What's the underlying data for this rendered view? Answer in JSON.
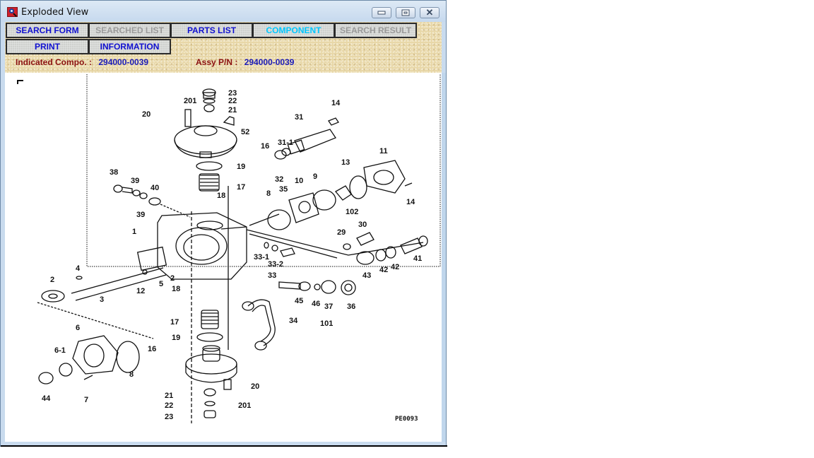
{
  "window": {
    "title": "Exploded View",
    "controls": {
      "minimize": "minimize-icon",
      "maximize": "maximize-icon",
      "close": "close-icon"
    }
  },
  "toolbar": {
    "buttons": [
      {
        "label": "SEARCH FORM",
        "state": "enabled"
      },
      {
        "label": "SEARCHED LIST",
        "state": "disabled"
      },
      {
        "label": "PARTS LIST",
        "state": "enabled"
      },
      {
        "label": "COMPONENT",
        "state": "active"
      },
      {
        "label": "SEARCH RESULT",
        "state": "disabled"
      },
      {
        "label": "PRINT",
        "state": "enabled"
      },
      {
        "label": "INFORMATION",
        "state": "enabled"
      }
    ]
  },
  "info": {
    "indicated_label": "Indicated Compo. :",
    "indicated_value": "294000-0039",
    "assy_label": "Assy P/N :",
    "assy_value": "294000-0039"
  },
  "diagram": {
    "drawing_code": "PE0093",
    "part_labels": [
      "23",
      "22",
      "201",
      "21",
      "20",
      "52",
      "16",
      "19",
      "17",
      "18",
      "14",
      "31",
      "31-1",
      "32",
      "13",
      "11",
      "10",
      "9",
      "38",
      "39",
      "40",
      "35",
      "8",
      "14",
      "39",
      "102",
      "29",
      "30",
      "1",
      "33-1",
      "33-2",
      "33",
      "41",
      "42",
      "42",
      "43",
      "4",
      "2",
      "2",
      "5",
      "12",
      "18",
      "3",
      "45",
      "46",
      "37",
      "36",
      "101",
      "34",
      "17",
      "6",
      "19",
      "6-1",
      "16",
      "8",
      "44",
      "7",
      "20",
      "21",
      "22",
      "201",
      "23"
    ]
  },
  "colors": {
    "button_text": "#1010d0",
    "button_disabled": "#9a9a9a",
    "button_active": "#00c8ff",
    "label_red": "#8b1010",
    "value_blue": "#1a1ab8"
  }
}
